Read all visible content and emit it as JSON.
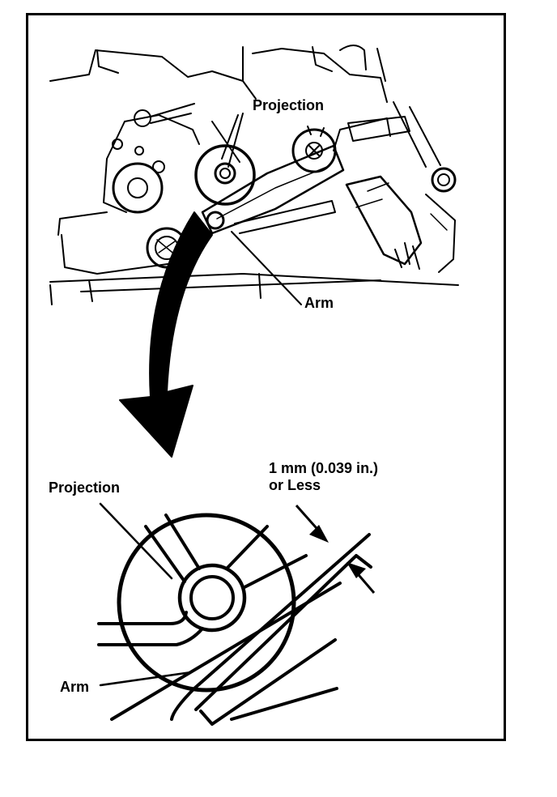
{
  "labels": {
    "top_projection": "Projection",
    "top_arm": "Arm",
    "detail_projection": "Projection",
    "detail_arm": "Arm",
    "clearance_line1": "1 mm (0.039 in.)",
    "clearance_line2": "or Less"
  },
  "colors": {
    "ink": "#000000",
    "paper": "#ffffff"
  }
}
